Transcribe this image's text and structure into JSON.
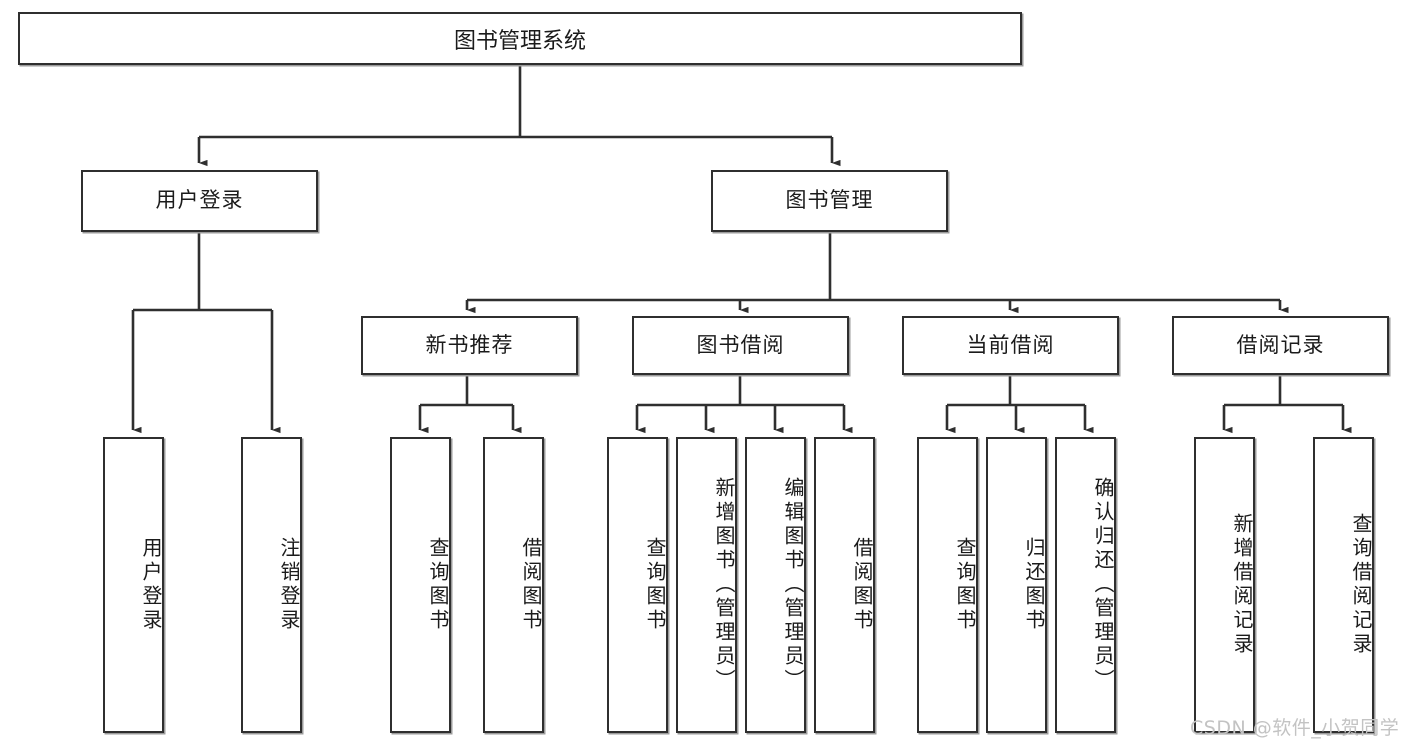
{
  "diagram": {
    "type": "tree-hierarchy-chart",
    "title": "图书管理系统",
    "levels": {
      "root": {
        "label": "图书管理系统"
      },
      "level2": [
        {
          "label": "用户登录"
        },
        {
          "label": "图书管理"
        }
      ],
      "level3": [
        {
          "label": "新书推荐"
        },
        {
          "label": "图书借阅"
        },
        {
          "label": "当前借阅"
        },
        {
          "label": "借阅记录"
        }
      ],
      "leaves": [
        {
          "label": "用户登录",
          "parent": "用户登录"
        },
        {
          "label": "注销登录",
          "parent": "用户登录"
        },
        {
          "label": "查询图书",
          "parent": "新书推荐"
        },
        {
          "label": "借阅图书",
          "parent": "新书推荐"
        },
        {
          "label": "查询图书",
          "parent": "图书借阅"
        },
        {
          "label": "新增图书（管理员）",
          "parent": "图书借阅"
        },
        {
          "label": "编辑图书（管理员）",
          "parent": "图书借阅"
        },
        {
          "label": "借阅图书",
          "parent": "图书借阅"
        },
        {
          "label": "查询图书",
          "parent": "当前借阅"
        },
        {
          "label": "归还图书",
          "parent": "当前借阅"
        },
        {
          "label": "确认归还（管理员）",
          "parent": "当前借阅"
        },
        {
          "label": "新增借阅记录",
          "parent": "借阅记录"
        },
        {
          "label": "查询借阅记录",
          "parent": "借阅记录"
        }
      ]
    }
  },
  "watermark": {
    "text": "CSDN @软件_小贺同学"
  },
  "colors": {
    "box_border": "#2f2f2f",
    "box_fill": "#ffffff",
    "connector": "#2f2f2f",
    "text": "#1b1b1b",
    "watermark": "#c3c3c3",
    "background": "#ffffff"
  }
}
